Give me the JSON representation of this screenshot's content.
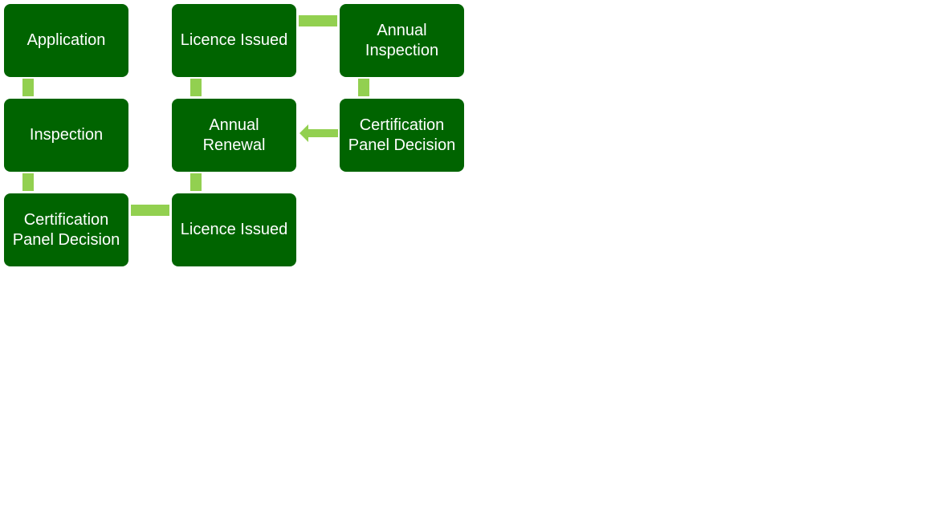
{
  "colors": {
    "node_fill": "#006400",
    "connector": "#92d050",
    "text": "#ffffff"
  },
  "nodes": [
    {
      "id": "application",
      "label": "Application"
    },
    {
      "id": "inspection",
      "label": "Inspection"
    },
    {
      "id": "certification-panel-decision-1",
      "label": "Certification\nPanel Decision"
    },
    {
      "id": "licence-issued-1",
      "label": "Licence Issued"
    },
    {
      "id": "annual-renewal",
      "label": "Annual\nRenewal"
    },
    {
      "id": "licence-issued-2",
      "label": "Licence Issued"
    },
    {
      "id": "annual-inspection",
      "label": "Annual\nInspection"
    },
    {
      "id": "certification-panel-decision-2",
      "label": "Certification\nPanel Decision"
    }
  ],
  "flow": [
    {
      "from": "application",
      "to": "inspection"
    },
    {
      "from": "inspection",
      "to": "certification-panel-decision-1"
    },
    {
      "from": "certification-panel-decision-1",
      "to": "licence-issued-1"
    },
    {
      "from": "licence-issued-1",
      "to": "annual-renewal"
    },
    {
      "from": "annual-renewal",
      "to": "licence-issued-2"
    },
    {
      "from": "licence-issued-2",
      "to": "annual-inspection"
    },
    {
      "from": "annual-inspection",
      "to": "certification-panel-decision-2"
    },
    {
      "from": "certification-panel-decision-2",
      "to": "annual-renewal",
      "arrow": true
    }
  ]
}
